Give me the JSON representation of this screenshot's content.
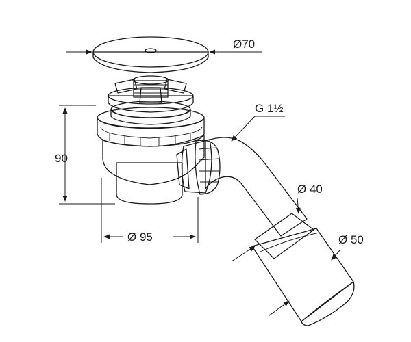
{
  "labels": {
    "cover_diameter": "Ø70",
    "thread": "G 1½",
    "height": "90",
    "outlet_diameter": "Ø 40",
    "body_diameter": "Ø 95",
    "pipe_diameter": "Ø 50"
  },
  "colors": {
    "line": "#1a1a1a",
    "shade_light": "#ededed",
    "shade_mid": "#d9d9d9",
    "shade_dark": "#bdbdbd",
    "background": "#ffffff"
  }
}
